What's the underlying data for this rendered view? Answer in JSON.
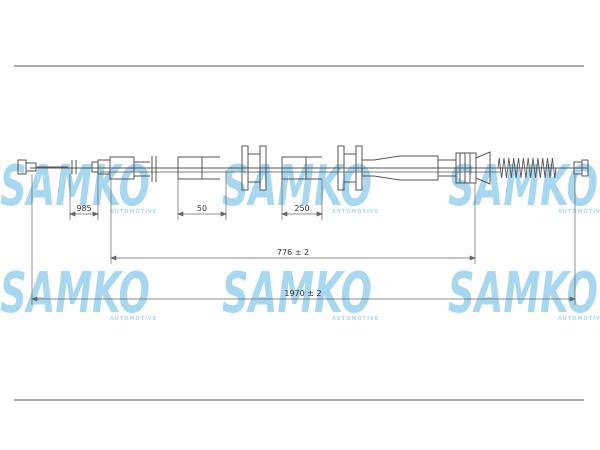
{
  "watermark": {
    "brand": "SAMKO",
    "tagline": "AUTOMOTIVE",
    "color": "#a8d8f0"
  },
  "dimensions": {
    "d1": "985",
    "d2": "50",
    "d3": "250",
    "d4": "776 ± 2",
    "d5": "1970 ± 2"
  },
  "colors": {
    "line": "#555555",
    "dim": "#666666"
  }
}
